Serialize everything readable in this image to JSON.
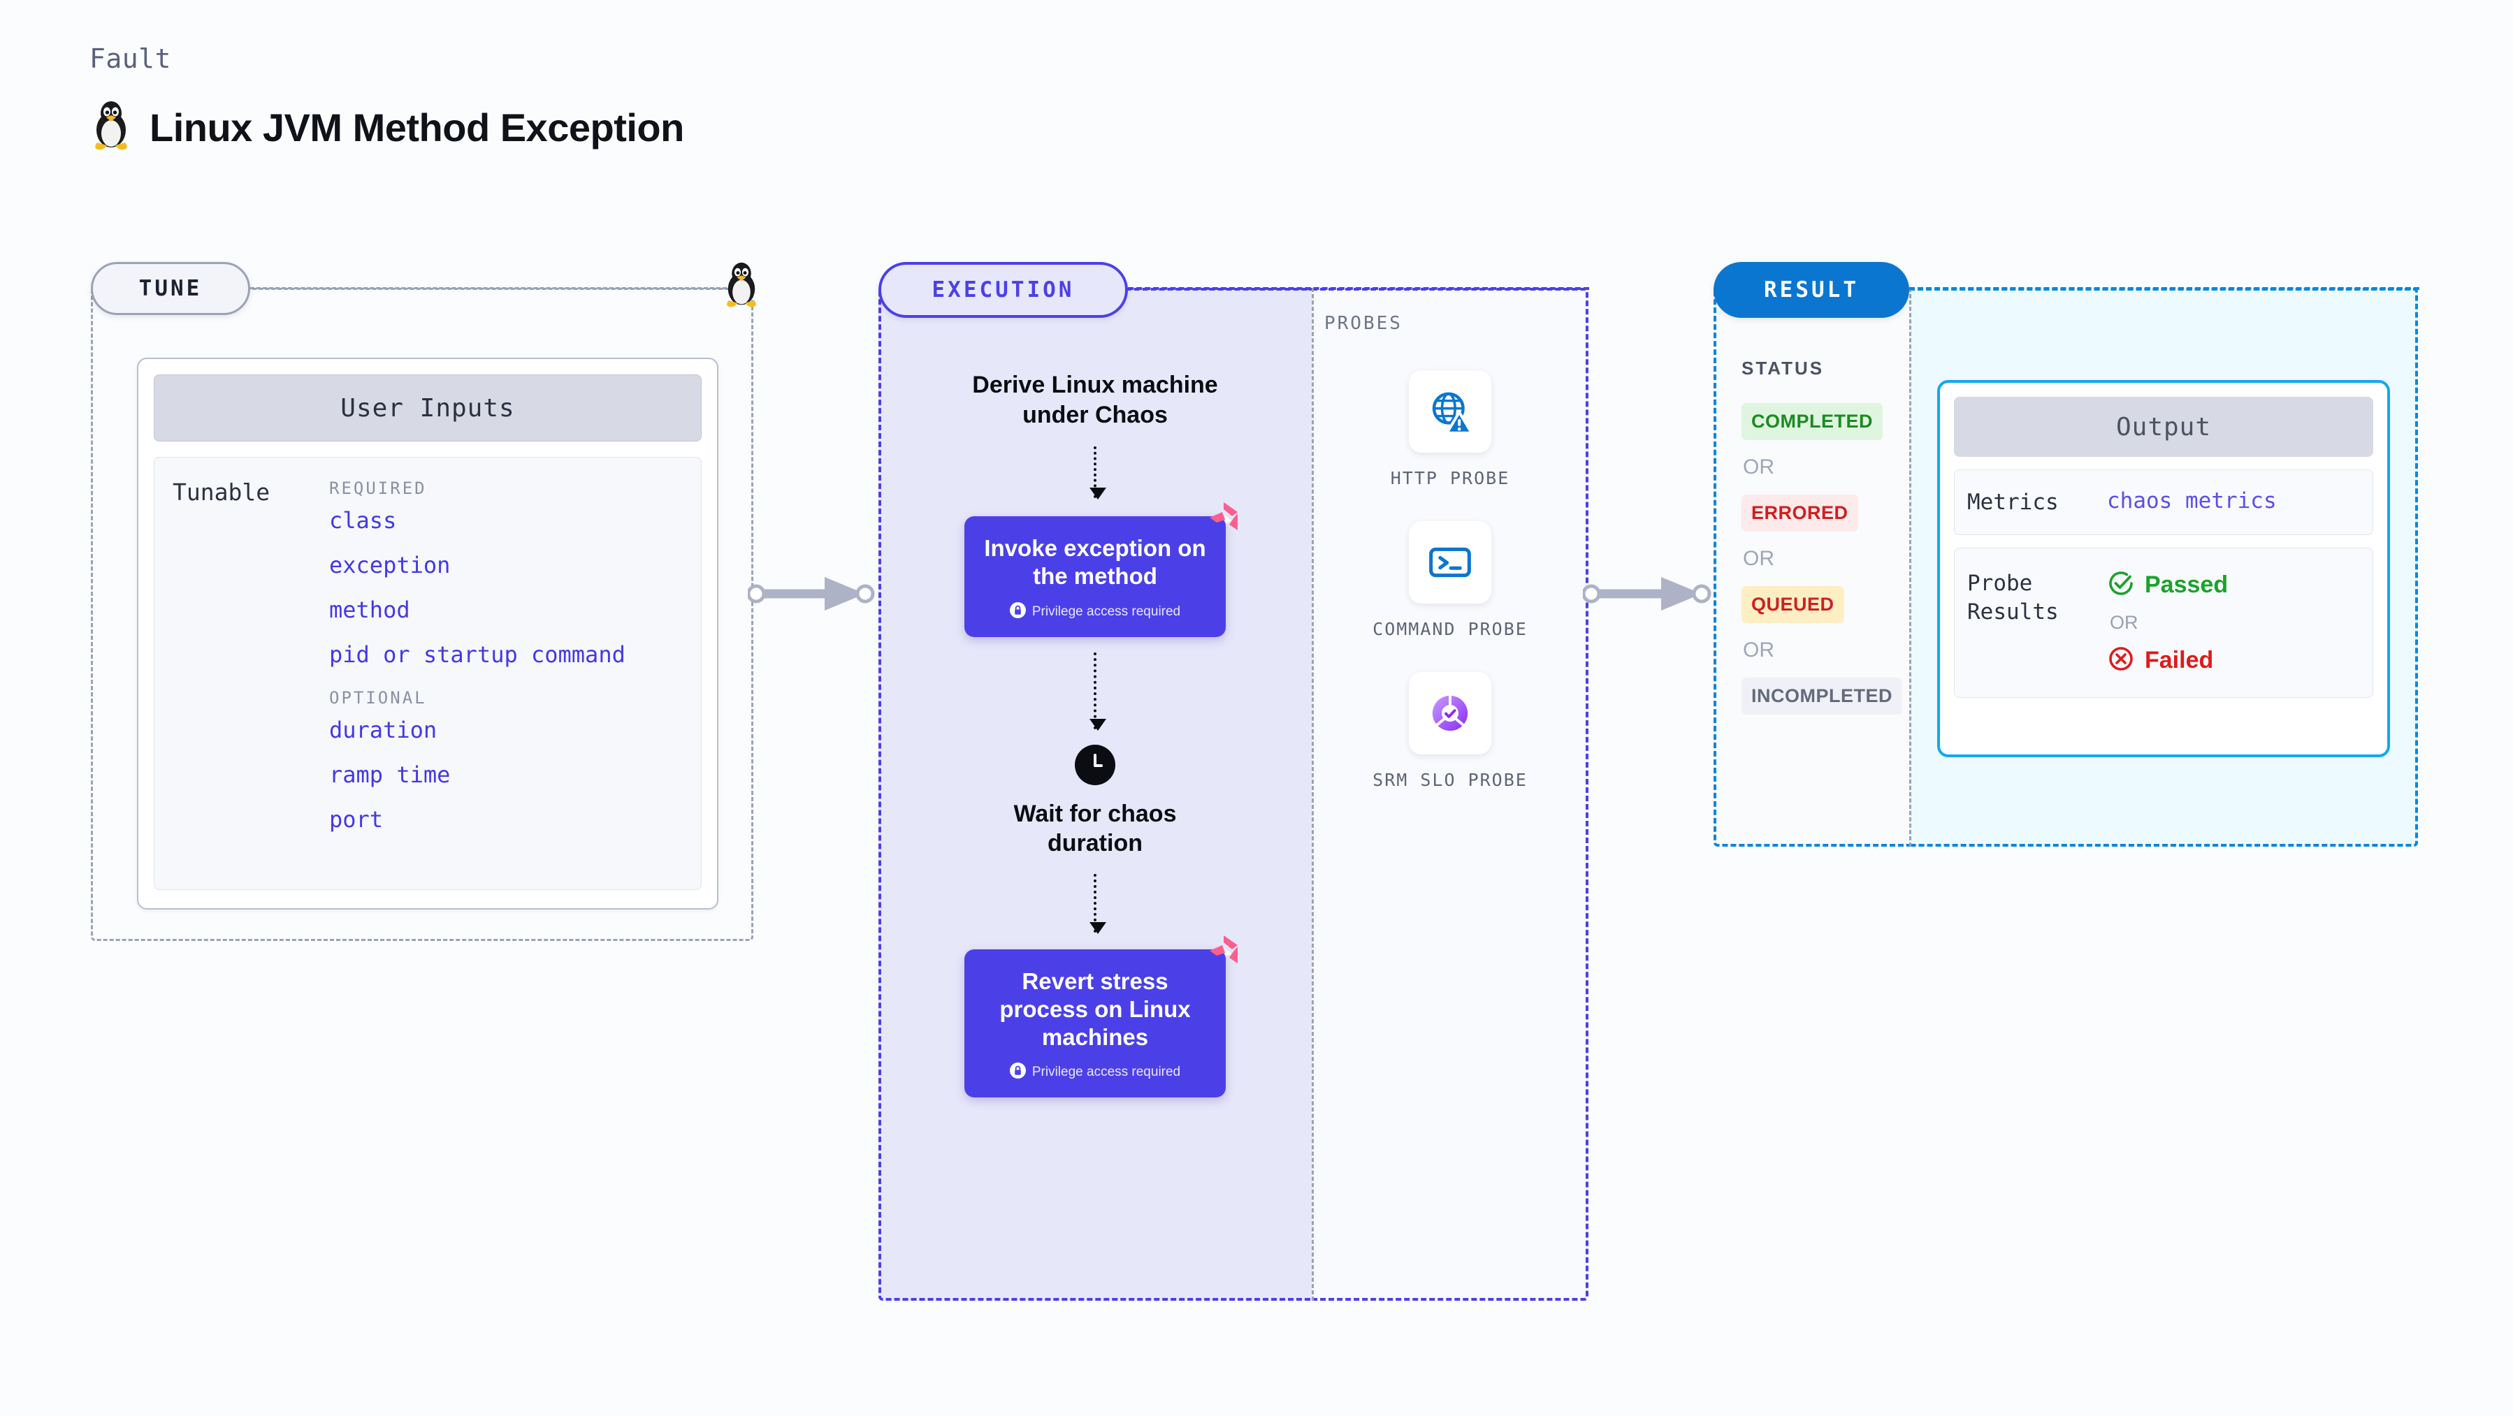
{
  "header": {
    "eyebrow": "Fault",
    "title": "Linux JVM Method Exception",
    "icon": "linux-penguin-icon"
  },
  "tune": {
    "stage_label": "TUNE",
    "card_title": "User Inputs",
    "tunable_label": "Tunable",
    "groups": [
      {
        "heading": "REQUIRED",
        "items": [
          "class",
          "exception",
          "method",
          "pid or startup command"
        ]
      },
      {
        "heading": "OPTIONAL",
        "items": [
          "duration",
          "ramp time",
          "port"
        ]
      }
    ]
  },
  "execution": {
    "stage_label": "EXECUTION",
    "steps": [
      {
        "type": "caption",
        "text": "Derive Linux machine under Chaos"
      },
      {
        "type": "node",
        "text": "Invoke exception on the method",
        "privilege": "Privilege access required",
        "badge": "chaos-badge-icon"
      },
      {
        "type": "clock",
        "text": "Wait for chaos duration",
        "icon": "clock-icon"
      },
      {
        "type": "node",
        "text": "Revert stress process on Linux machines",
        "privilege": "Privilege access required",
        "badge": "chaos-badge-icon"
      }
    ]
  },
  "probes": {
    "title": "PROBES",
    "items": [
      {
        "label": "HTTP  PROBE",
        "icon": "globe-warning-icon"
      },
      {
        "label": "COMMAND PROBE",
        "icon": "terminal-icon"
      },
      {
        "label": "SRM  SLO PROBE",
        "icon": "slo-donut-check-icon"
      }
    ]
  },
  "result": {
    "stage_label": "RESULT",
    "status_title": "STATUS",
    "or_label": "OR",
    "statuses": [
      {
        "label": "COMPLETED",
        "bg": "#dff5df",
        "fg": "#1d8a24"
      },
      {
        "label": "ERRORED",
        "bg": "#fdeaea",
        "fg": "#cf2020"
      },
      {
        "label": "QUEUED",
        "bg": "#fdeec3",
        "fg": "#cf2020"
      },
      {
        "label": "INCOMPLETED",
        "bg": "#f0f1f6",
        "fg": "#636a7d"
      }
    ],
    "output": {
      "title": "Output",
      "metrics_key": "Metrics",
      "metrics_value": "chaos metrics",
      "probe_key": "Probe Results",
      "passed": "Passed",
      "failed": "Failed",
      "or_label": "OR",
      "passed_color": "#1aa32a",
      "failed_color": "#e01b1b"
    }
  },
  "colors": {
    "indigo": "#4b40e8",
    "blue": "#0b76d0",
    "cyan": "#11a9ec",
    "pink": "#fb5f8d",
    "gray": "#9aa2b5"
  }
}
